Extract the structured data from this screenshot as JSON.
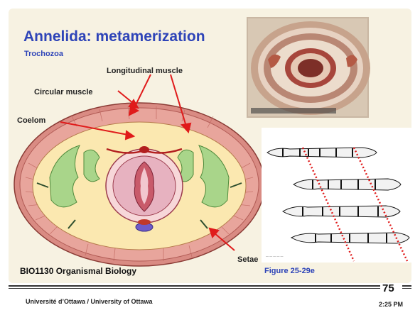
{
  "slide": {
    "title": "Annelida: metamerization",
    "subtitle": "Trochozoa",
    "course": "BIO1130 Organismal Biology",
    "figure_caption": "Figure 25-29e",
    "footer": "Université d’Ottawa / University of Ottawa",
    "page_number": "75",
    "time": "2:25 PM"
  },
  "labels": {
    "longitudinal_muscle": "Longitudinal muscle",
    "circular_muscle": "Circular muscle",
    "coelom": "Coelom",
    "setae": "Setae"
  },
  "colors": {
    "title": "#2e44b8",
    "arrow": "#e01b1b",
    "panel": "#f7f2e2",
    "muscle": "#d97b7b",
    "coelom": "#fbe8b0"
  }
}
